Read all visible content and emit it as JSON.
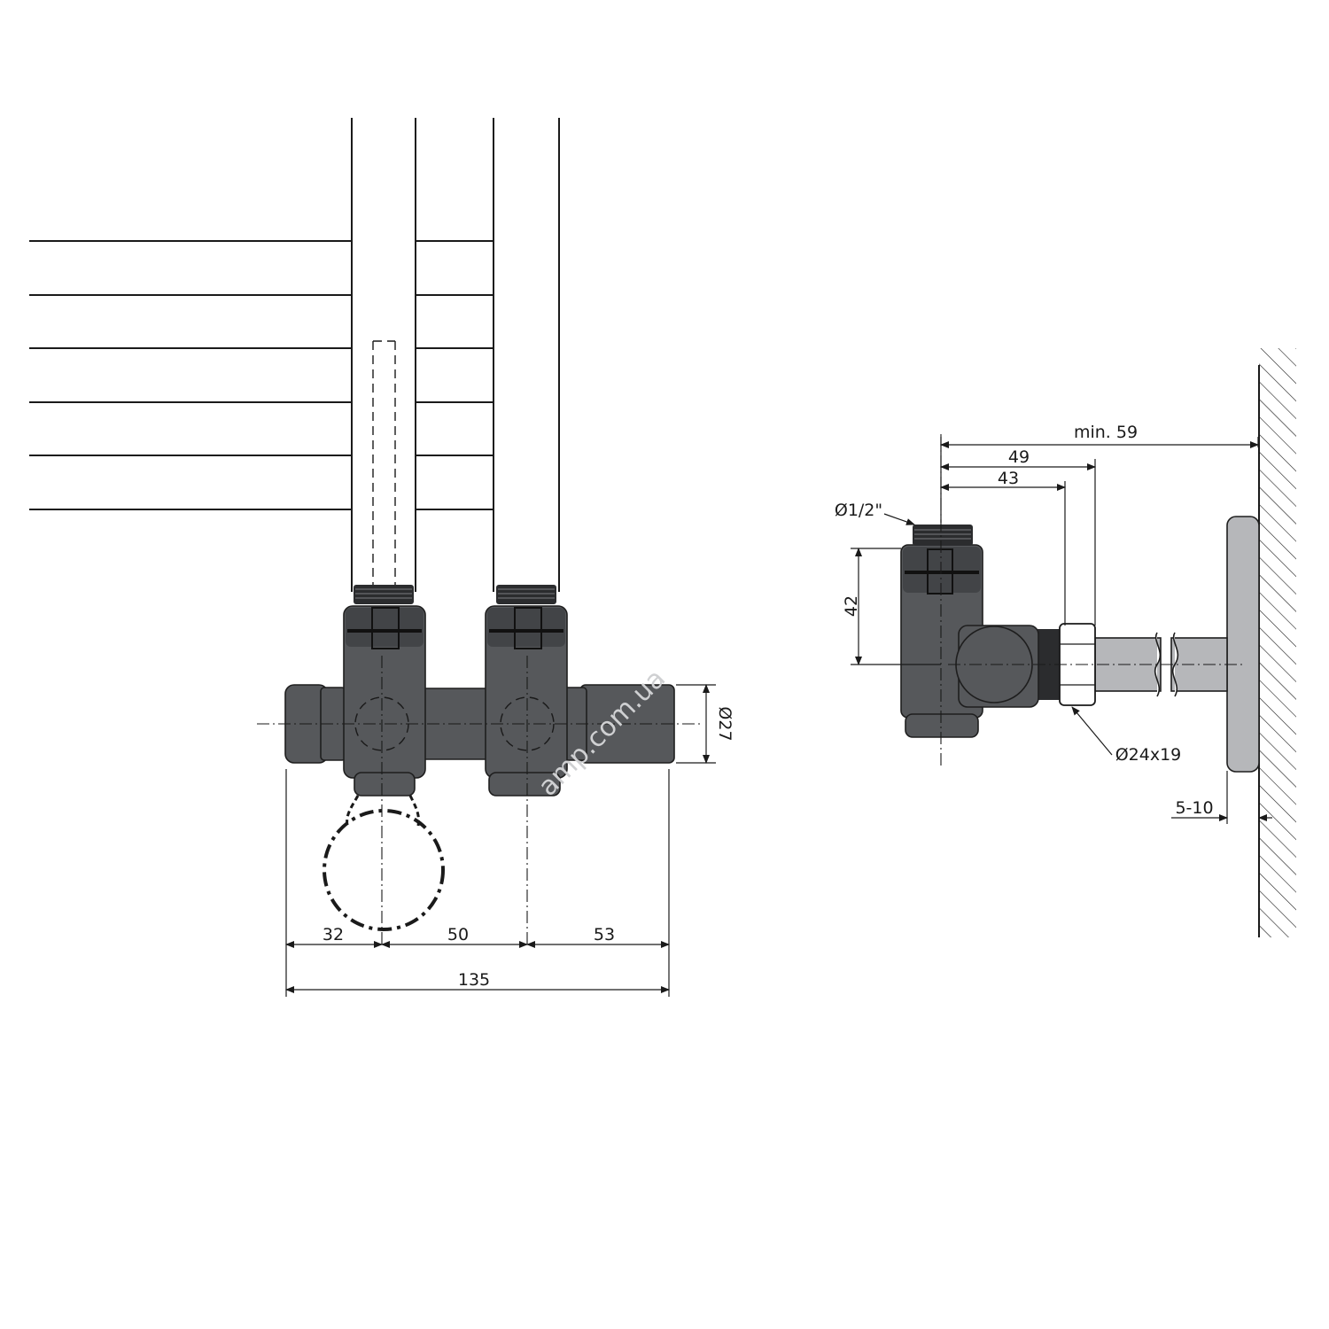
{
  "front_view": {
    "dimensions": {
      "d1": "32",
      "d2": "50",
      "d3": "53",
      "total": "135",
      "outlet_diameter": "Ø27"
    }
  },
  "side_view": {
    "dimensions": {
      "min_depth": "min. 59",
      "d49": "49",
      "d43": "43",
      "thread": "Ø1/2\"",
      "height": "42",
      "pipe_connection": "Ø24x19",
      "wall_gap": "5-10"
    }
  },
  "watermark": "amp.com.ua"
}
